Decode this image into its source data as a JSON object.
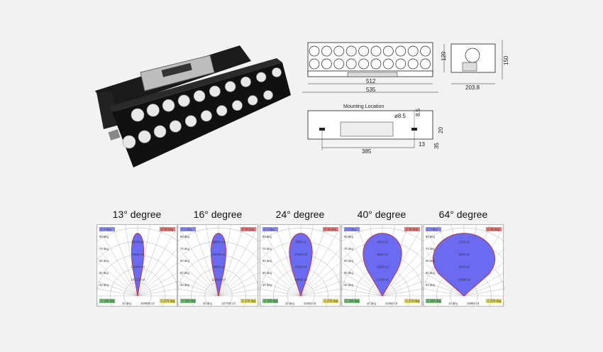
{
  "drawings": {
    "front": {
      "width_inner": "512",
      "width_outer": "535"
    },
    "side": {
      "height_inner": "120",
      "height_outer": "150",
      "depth": "203.8"
    },
    "mounting": {
      "title": "Mounting Location",
      "hole": "ø8.5",
      "offset_top": "8.5",
      "offset_mid": "20",
      "offset_side": "13",
      "offset_bottom": "35",
      "spacing": "385"
    }
  },
  "beams": [
    {
      "title": "13° degree",
      "half_angle": 6.5,
      "widen": 0.0,
      "cd_labels": [
        "36780 cd",
        "73560 cd",
        "110340 cd",
        "147120 cd"
      ],
      "footer": "183900 cd"
    },
    {
      "title": "16° degree",
      "half_angle": 8,
      "widen": 0.0,
      "cd_labels": [
        "29550 cd",
        "59100 cd",
        "88650 cd",
        "118200 cd"
      ],
      "footer": "147750 cd"
    },
    {
      "title": "24° degree",
      "half_angle": 12,
      "widen": 0.06,
      "cd_labels": [
        "8650 cd",
        "17300 cd",
        "25950 cd",
        "34600 cd"
      ],
      "footer": "43250 cd"
    },
    {
      "title": "40° degree",
      "half_angle": 20,
      "widen": 0.12,
      "cd_labels": [
        "4310 cd",
        "8620 cd",
        "12930 cd",
        "17240 cd"
      ],
      "footer": "21550 cd"
    },
    {
      "title": "64° degree",
      "half_angle": 32,
      "widen": 0.22,
      "cd_labels": [
        "3170 cd",
        "6340 cd",
        "9510 cd",
        "12680 cd"
      ],
      "footer": "15850 cd"
    }
  ],
  "polar_common": {
    "angle_labels": [
      "90 deg",
      "70 deg",
      "60 deg",
      "50 deg",
      "40 deg"
    ],
    "bottom_label": "10 deg",
    "legend": [
      "C 0 deg",
      "C 90 deg",
      "C 180 deg",
      "C 270 deg"
    ],
    "colors": {
      "fill": "#6b6bf2",
      "outline": "#c0283c",
      "grid": "#999999"
    }
  }
}
